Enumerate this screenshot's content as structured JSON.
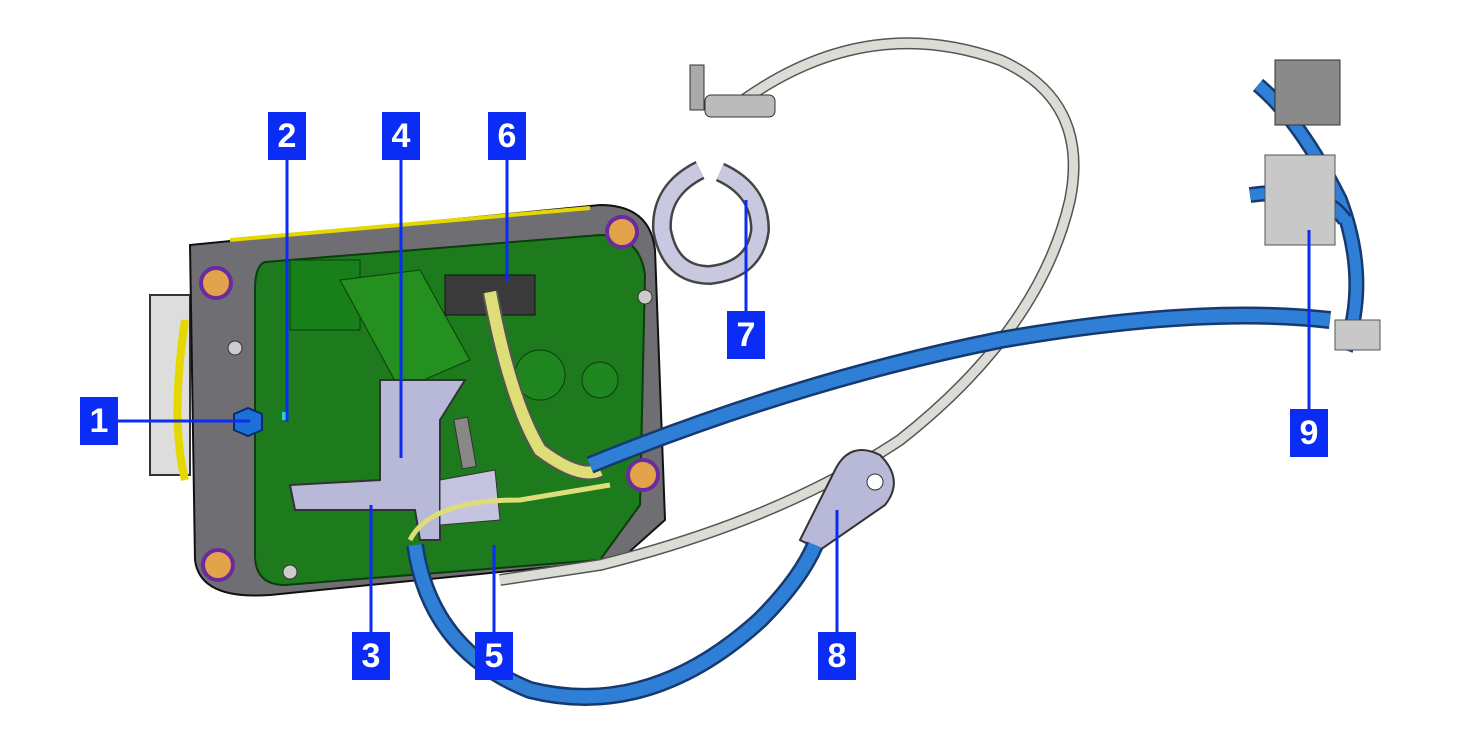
{
  "diagram": {
    "colors": {
      "callout": "#0a2cf5",
      "board": "#1d7a1d",
      "cable_blue": "#2f7fd6",
      "cable_gray": "#d8d8d2",
      "wire_yellow": "#dede78",
      "bracket": "#b8b8d8"
    },
    "callouts": [
      {
        "label": "1"
      },
      {
        "label": "2"
      },
      {
        "label": "3"
      },
      {
        "label": "4"
      },
      {
        "label": "5"
      },
      {
        "label": "6"
      },
      {
        "label": "7"
      },
      {
        "label": "8"
      },
      {
        "label": "9"
      }
    ]
  }
}
